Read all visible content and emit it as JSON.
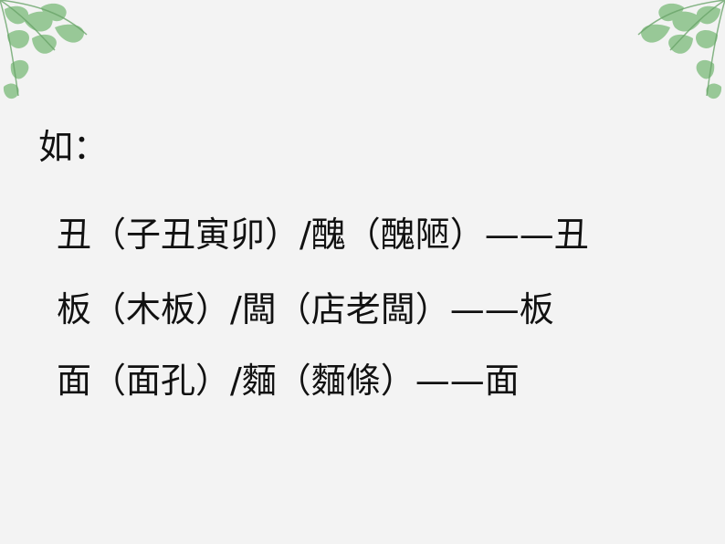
{
  "slide": {
    "intro": "如：",
    "lines": [
      "丑（子丑寅卯）/醜（醜陋）——丑",
      "板（木板）/闆（店老闆）——板",
      "面（面孔）/麵（麵條）——面"
    ]
  },
  "decor": {
    "left_icon": "leaf-branch-icon",
    "right_icon": "leaf-branch-icon",
    "leaf_color": "#8fc48e"
  }
}
